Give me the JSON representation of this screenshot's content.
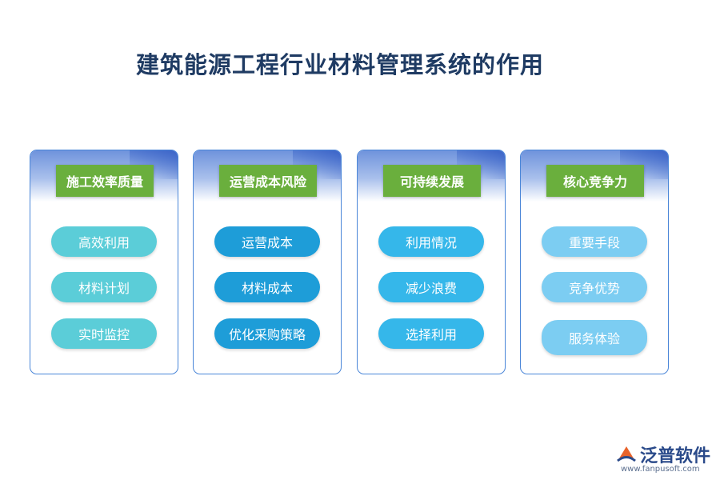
{
  "title": "建筑能源工程行业材料管理系统的作用",
  "cards": [
    {
      "header": "施工效率质量",
      "items": [
        "高效利用",
        "材料计划",
        "实时监控"
      ]
    },
    {
      "header": "运营成本风险",
      "items": [
        "运营成本",
        "材料成本",
        "优化采购策略"
      ]
    },
    {
      "header": "可持续发展",
      "items": [
        "利用情况",
        "减少浪费",
        "选择利用"
      ]
    },
    {
      "header": "核心竞争力",
      "items": [
        "重要手段",
        "竞争优势",
        "服务体验"
      ]
    }
  ],
  "colors": {
    "title": "#1f3b63",
    "card_border": "#4a86d8",
    "header_bg": "#6aaf3d",
    "card1_pill": "#5bcdd8",
    "card2_pill": "#1e9dd8",
    "card3_pill": "#35b7ea",
    "card4_pill": "#7ccdf2"
  },
  "logo": {
    "icon": "fanpu-logo-icon",
    "name": "泛普软件",
    "url": "www.fanpusoft.com"
  }
}
